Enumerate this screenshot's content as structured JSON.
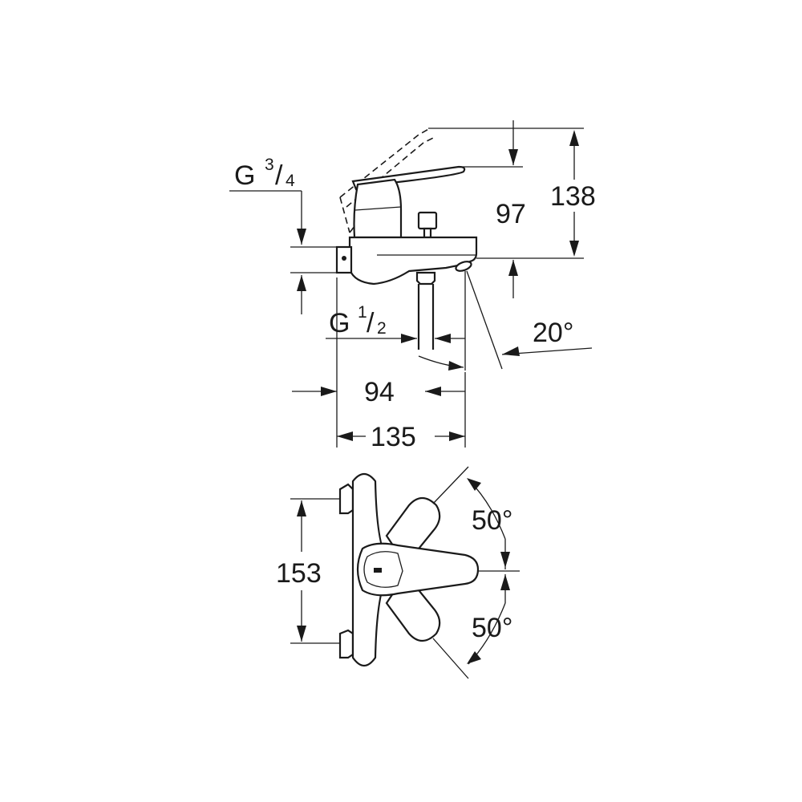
{
  "dimensions": {
    "height_total": "138",
    "height_spout": "97",
    "spout_angle": "20°",
    "wall_to_spout": "94",
    "wall_to_outlet": "135",
    "inlet_spacing": "153",
    "lever_rotation_up": "50°",
    "lever_rotation_down": "50°"
  },
  "threads": {
    "inlet": {
      "prefix": "G",
      "numerator": "3",
      "slash": "/",
      "denominator": "4"
    },
    "outlet": {
      "prefix": "G",
      "numerator": "1",
      "slash": "/",
      "denominator": "2"
    }
  }
}
